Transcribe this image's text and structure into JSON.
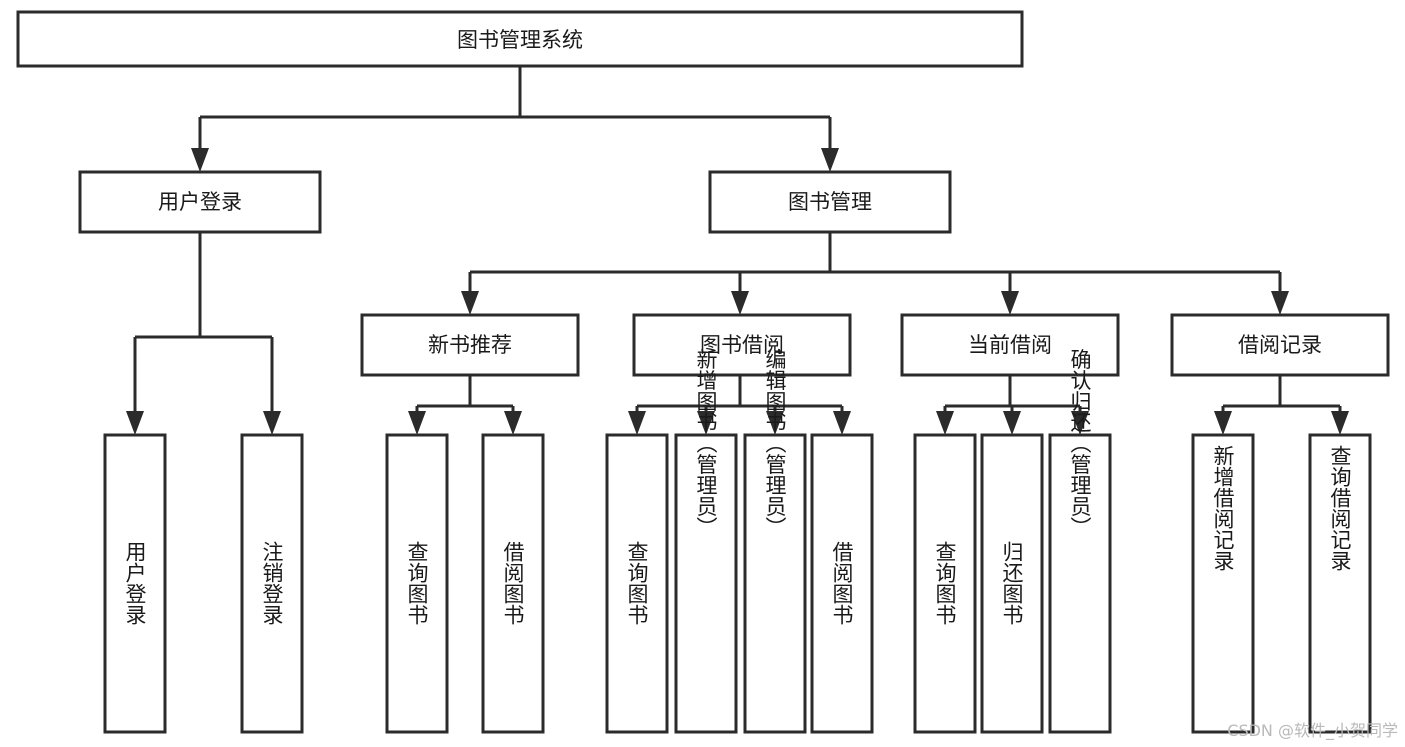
{
  "diagram": {
    "type": "tree",
    "title": "图书管理系统",
    "watermark": "CSDN @软件_小贺同学",
    "colors": {
      "stroke": "#2b2b2b",
      "box_fill": "#ffffff",
      "text": "#1a1a1a",
      "watermark": "#b9b9b9"
    },
    "levels": {
      "root": {
        "label": "图书管理系统"
      },
      "level2": [
        {
          "label": "用户登录"
        },
        {
          "label": "图书管理"
        }
      ],
      "level3": [
        {
          "label": "新书推荐"
        },
        {
          "label": "图书借阅"
        },
        {
          "label": "当前借阅"
        },
        {
          "label": "借阅记录"
        }
      ],
      "leaves": {
        "user_login": [
          {
            "label": "用户登录"
          },
          {
            "label": "注销登录"
          }
        ],
        "new_book": [
          {
            "label": "查询图书"
          },
          {
            "label": "借阅图书"
          }
        ],
        "book_borrow": [
          {
            "label": "查询图书"
          },
          {
            "label": "新增图书（管理员）"
          },
          {
            "label": "编辑图书（管理员）"
          },
          {
            "label": "借阅图书"
          }
        ],
        "current_borrow": [
          {
            "label": "查询图书"
          },
          {
            "label": "归还图书"
          },
          {
            "label": "确认归还（管理员）"
          }
        ],
        "borrow_record": [
          {
            "label": "新增借阅记录"
          },
          {
            "label": "查询借阅记录"
          }
        ]
      }
    }
  }
}
